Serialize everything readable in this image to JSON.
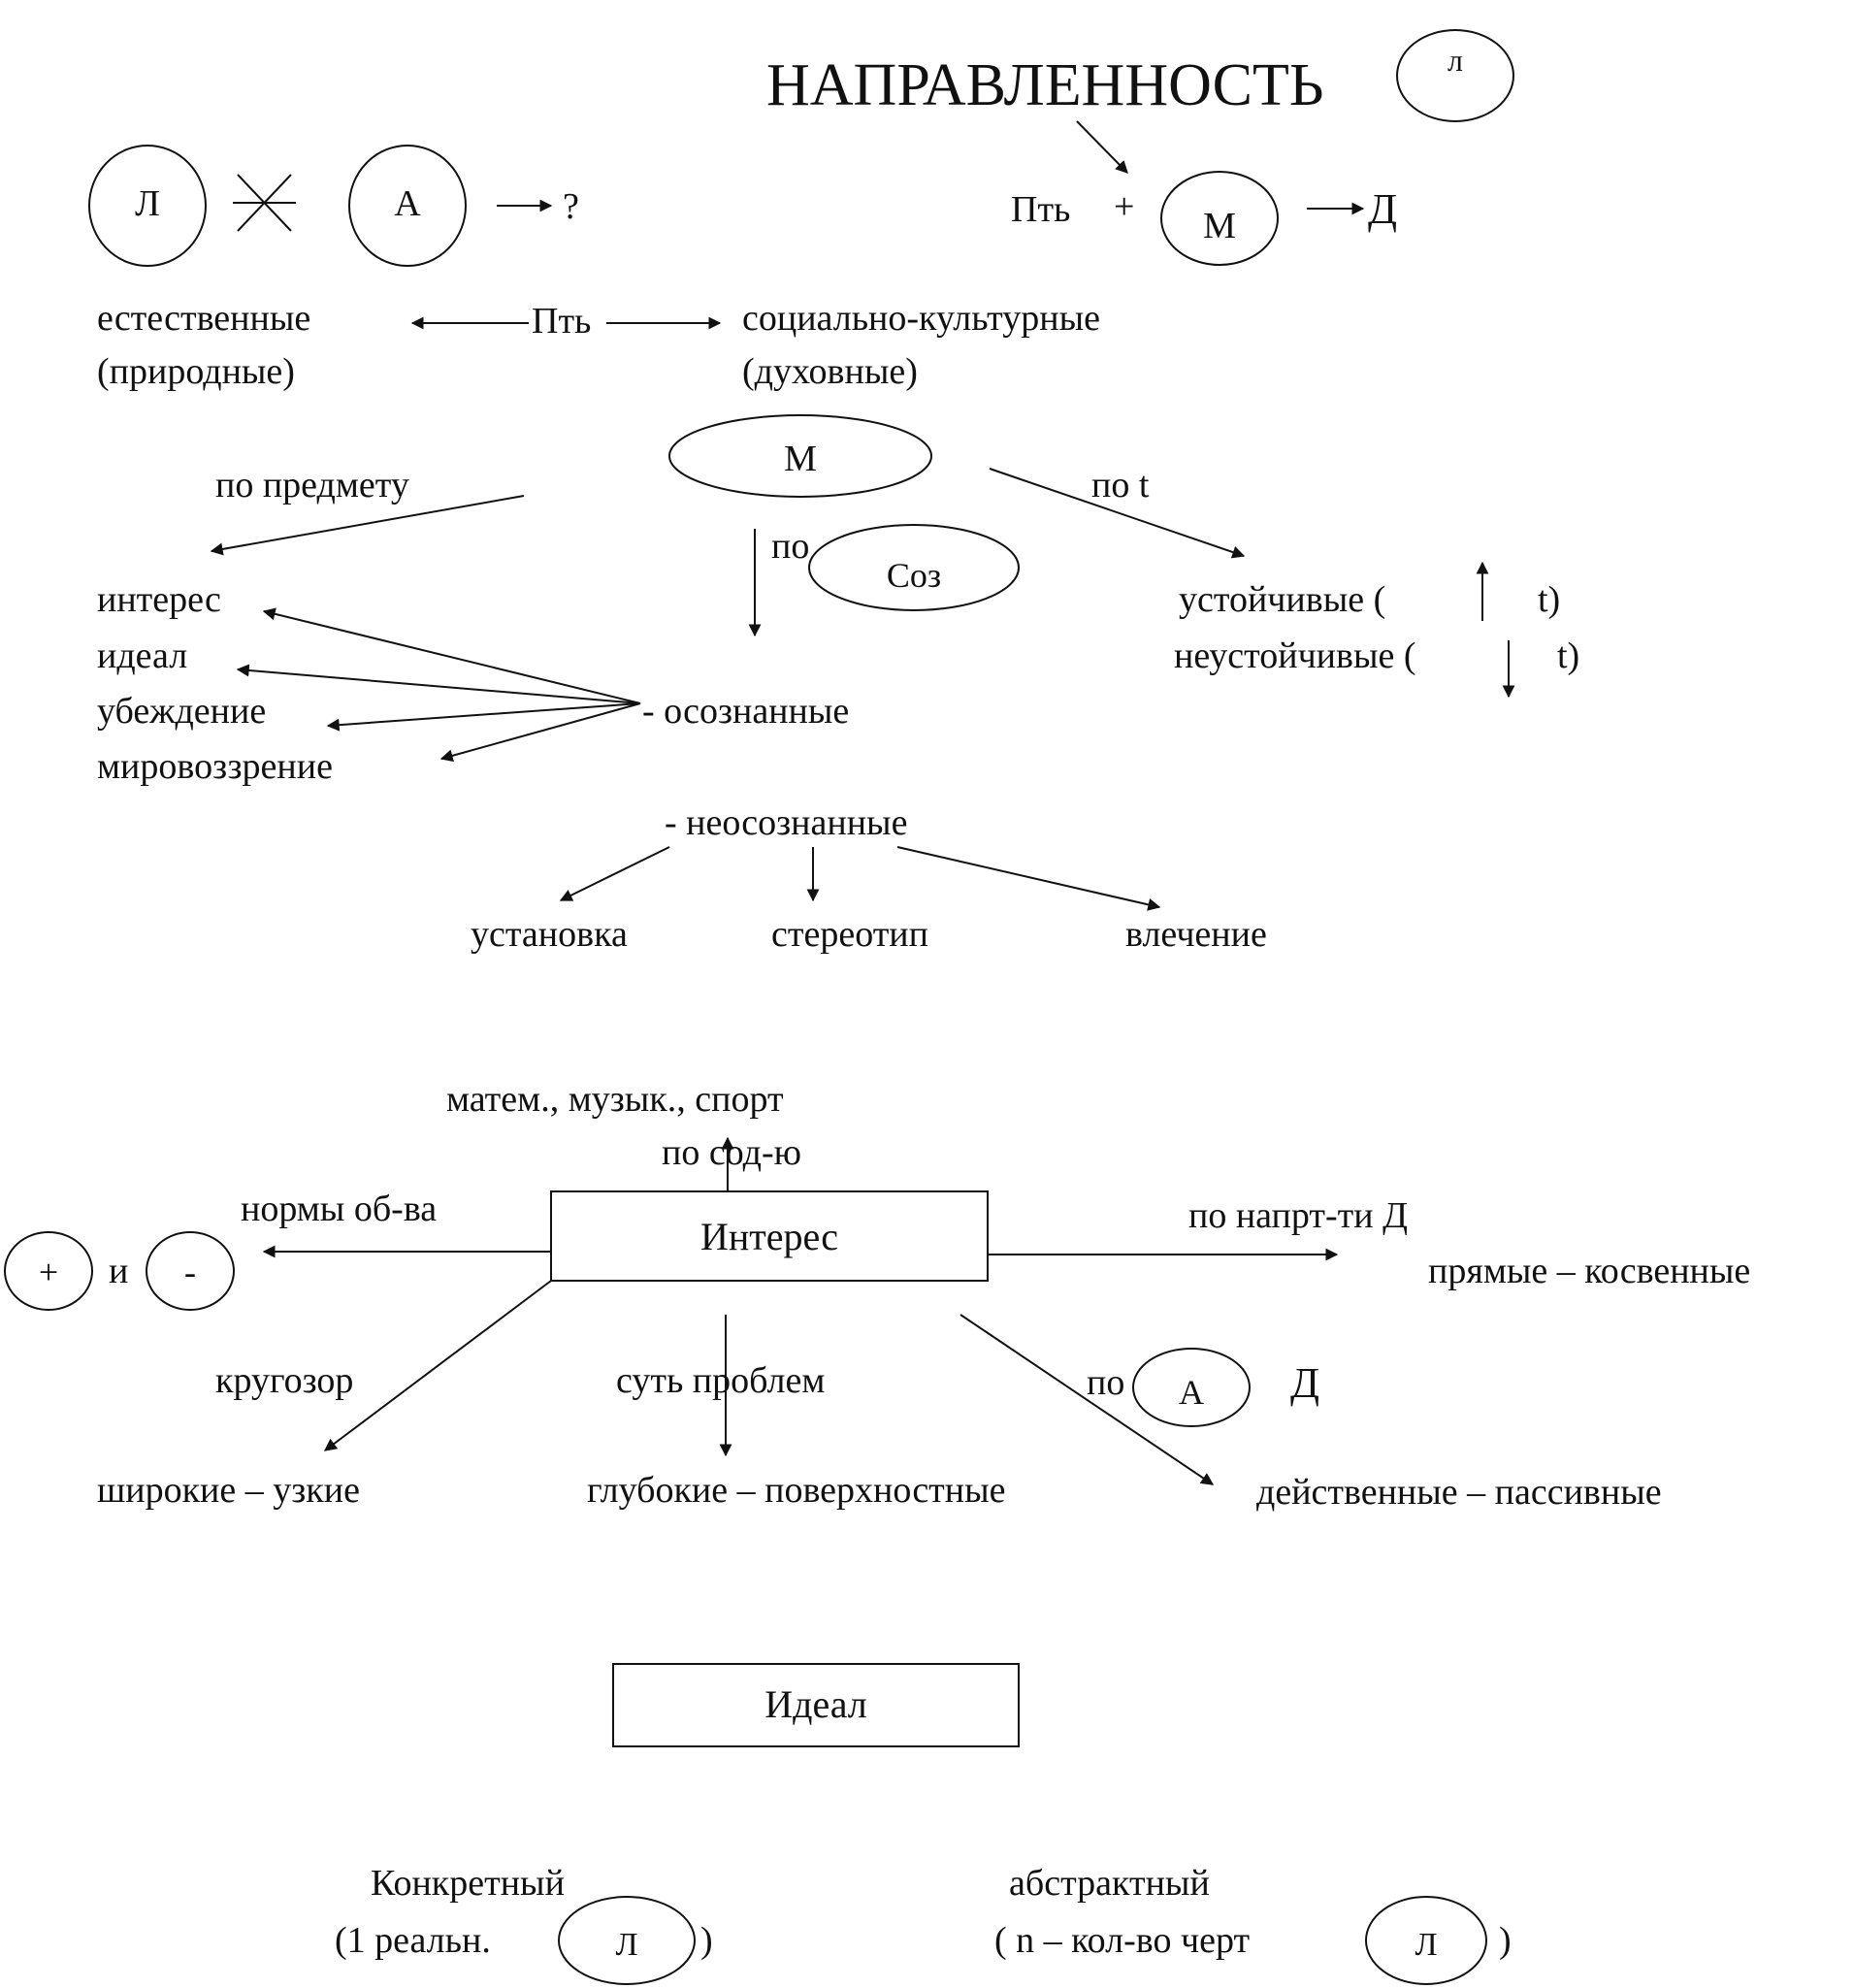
{
  "title": "НАПРАВЛЕННОСТЬ",
  "title_circle": "л",
  "relation": {
    "personality": "Л",
    "activity": "А",
    "question": "?"
  },
  "formula": {
    "need": "Пть",
    "plus": "+",
    "motive": "М",
    "activity": "Д"
  },
  "needs": {
    "center": "Пть",
    "natural_1": "естественные",
    "natural_2": "(природные)",
    "social_1": "социально-культурные",
    "social_2": "(духовные)"
  },
  "motive": {
    "node": "М",
    "by_subject": "по предмету",
    "by_awareness": "по",
    "awareness_node": "Соз",
    "by_time": "по t",
    "stable": "устойчивые (",
    "unstable": "неустойчивые (",
    "t": "t)",
    "conscious": "-  осознанные",
    "unconscious": "- неосознанные",
    "conscious_items": [
      "интерес",
      "идеал",
      "убеждение",
      "мировоззрение"
    ],
    "unconscious_items": [
      "установка",
      "стереотип",
      "влечение"
    ]
  },
  "interest": {
    "box": "Интерес",
    "content_label": "матем., музык., спорт",
    "by_content": "по  сод-ю",
    "norms": "нормы  об-ва",
    "plus": "+",
    "and": "и",
    "minus": "-",
    "direction": "по напрт-ти Д",
    "direct_indirect": "прямые – косвенные",
    "horizon": "кругозор",
    "wide_narrow": "широкие – узкие",
    "problems": "суть  проблем",
    "deep_shallow": "глубокие – поверхностные",
    "by_activity": "по",
    "activity_node": "А",
    "activity_d": "Д",
    "active_passive": "действенные – пассивные"
  },
  "ideal": {
    "box": "Идеал",
    "concrete": "Конкретный",
    "concrete_note": "(1 реальн.",
    "concrete_circle": "Л",
    "concrete_close": ")",
    "abstract": "абстрактный",
    "abstract_note": "( n – кол-во черт",
    "abstract_circle": "Л",
    "abstract_close": ")"
  }
}
